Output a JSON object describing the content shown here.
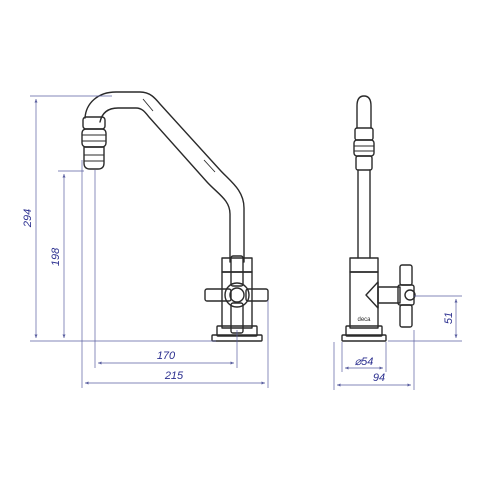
{
  "dimensions": {
    "total_height": "294",
    "spout_height": "198",
    "spout_reach": "170",
    "total_reach": "215",
    "base_diameter": "⌀54",
    "side_depth": "94",
    "handle_height": "51"
  },
  "brand_mark": "deca",
  "colors": {
    "outline": "#2a2a2a",
    "dimension_line": "#5a5fa0",
    "dimension_text": "#2b2f8f"
  }
}
